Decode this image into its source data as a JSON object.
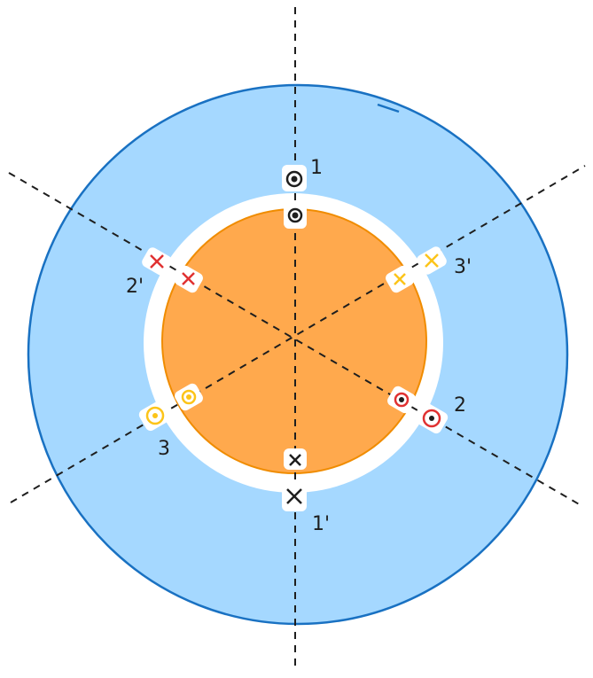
{
  "colors": {
    "outer_fill": "#a5d8ff",
    "outer_stroke": "#1971c2",
    "gap_fill": "#ffffff",
    "inner_fill": "#ffa94d",
    "inner_stroke": "#f08c00",
    "axis": "#1e1e1e",
    "phase_black": "#1e1e1e",
    "phase_red": "#e03131",
    "phase_yellow": "#fcc419"
  },
  "labels": {
    "p1": "1",
    "p1_prime": "1'",
    "p2": "2",
    "p2_prime": "2'",
    "p3": "3",
    "p3_prime": "3'"
  },
  "markers": [
    {
      "name": "outer-dot-1",
      "symbol": "dot",
      "color": "phase_black"
    },
    {
      "name": "inner-dot-1",
      "symbol": "dot",
      "color": "phase_black"
    },
    {
      "name": "outer-cross-1-prime",
      "symbol": "cross",
      "color": "phase_black"
    },
    {
      "name": "inner-cross-1-prime",
      "symbol": "cross",
      "color": "phase_black"
    },
    {
      "name": "outer-dot-2",
      "symbol": "dot",
      "color": "phase_red"
    },
    {
      "name": "inner-dot-2",
      "symbol": "dot",
      "color": "phase_red"
    },
    {
      "name": "outer-cross-2-prime",
      "symbol": "cross",
      "color": "phase_red"
    },
    {
      "name": "inner-cross-2-prime",
      "symbol": "cross",
      "color": "phase_red"
    },
    {
      "name": "outer-dot-3",
      "symbol": "dot",
      "color": "phase_yellow"
    },
    {
      "name": "inner-dot-3",
      "symbol": "dot",
      "color": "phase_yellow"
    },
    {
      "name": "outer-cross-3-prime",
      "symbol": "cross",
      "color": "phase_yellow"
    },
    {
      "name": "inner-cross-3-prime",
      "symbol": "cross",
      "color": "phase_yellow"
    }
  ]
}
